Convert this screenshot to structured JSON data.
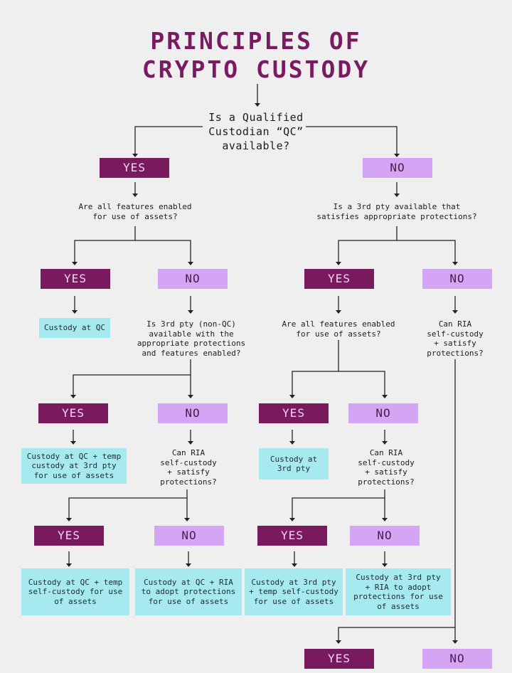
{
  "title": [
    "PRINCIPLES OF",
    "CRYPTO CUSTODY"
  ],
  "yes_label": "YES",
  "no_label": "NO",
  "questions": {
    "q_qc": "Is a Qualified\nCustodian “QC”\navailable?",
    "q_features_l": "Are all features enabled\nfor use of assets?",
    "q_3rd_available": "Is a 3rd pty available that\nsatisfies appropriate protections?",
    "q_3rd_nonqc": "Is 3rd pty (non-QC)\navailable with the\nappropriate protections\nand features enabled?",
    "q_features_r": "Are all features enabled\nfor use of assets?",
    "q_ria_far_right": "Can RIA\nself-custody\n+ satisfy\nprotections?",
    "q_ria_left": "Can RIA\nself-custody\n+ satisfy\nprotections?",
    "q_ria_mid": "Can RIA\nself-custody\n+ satisfy\nprotections?"
  },
  "results": {
    "r_custody_qc": "Custody at QC",
    "r_qc_temp_3rd": "Custody at QC + temp\ncustody at 3rd pty\nfor use of assets",
    "r_custody_3rd": "Custody at\n3rd pty",
    "r_qc_temp_self": "Custody at QC + temp\nself-custody for use\nof assets",
    "r_qc_ria": "Custody at QC + RIA\nto adopt protections\nfor use of assets",
    "r_3rd_temp_self": "Custody at 3rd pty\n+ temp self-custody\nfor use of assets",
    "r_3rd_ria": "Custody at 3rd pty\n+ RIA to adopt\nprotections for use\nof assets"
  },
  "colors": {
    "yes_bg": "#7a1a5e",
    "no_bg": "#d4a5f4",
    "result_bg": "#a6eaf0",
    "title": "#7a1a60",
    "background": "#efefef"
  }
}
